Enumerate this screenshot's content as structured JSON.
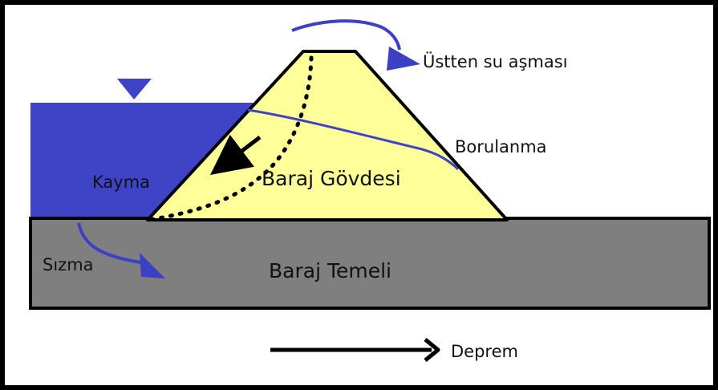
{
  "labels": {
    "overtopping": "Üstten su aşması",
    "piping": "Borulanma",
    "sliding": "Kayma",
    "dam_body": "Baraj Gövdesi",
    "seepage": "Sızma",
    "foundation": "Baraj Temeli",
    "earthquake": "Deprem"
  },
  "colors": {
    "water": "#3f43c6",
    "dam_body": "#ffff99",
    "foundation": "#7f7f7f",
    "arrow_blue": "#3b40c4",
    "outline": "#000000"
  },
  "icons": {
    "water_level": "inverted-triangle-icon",
    "overtopping": "curved-arrow-icon",
    "seepage": "curved-arrow-icon",
    "sliding": "arrow-icon",
    "earthquake": "arrow-icon"
  }
}
